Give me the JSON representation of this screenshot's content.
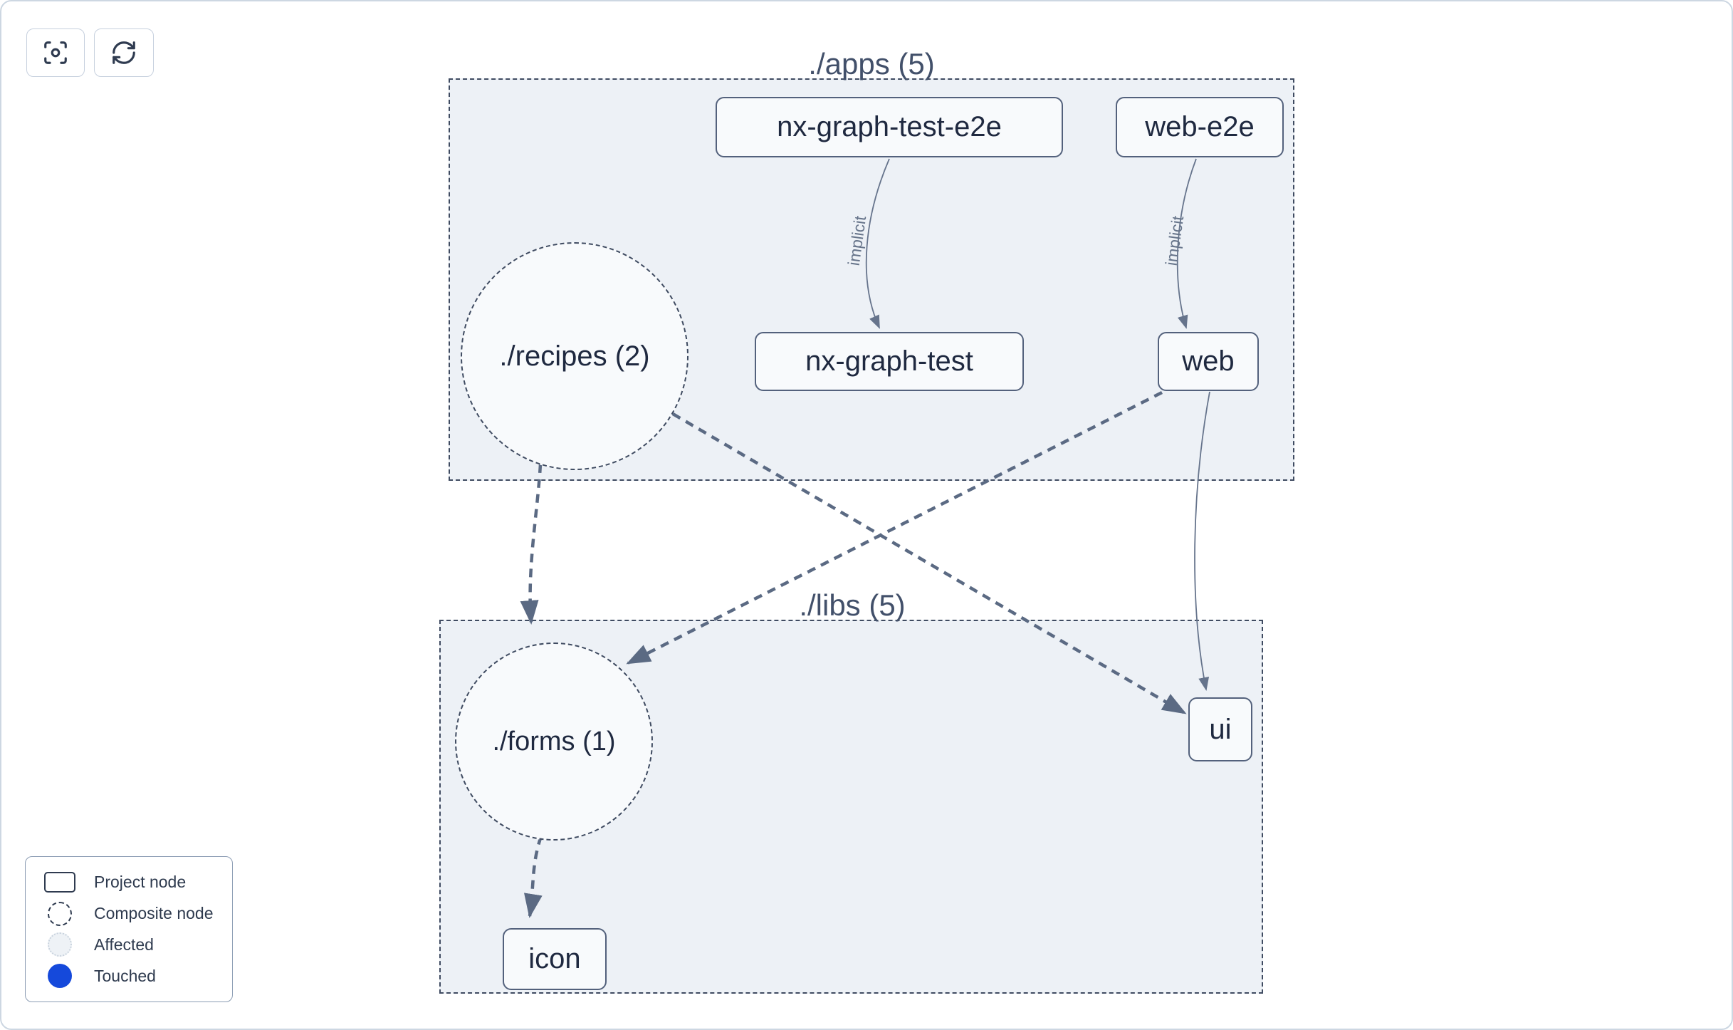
{
  "toolbar": {
    "buttons": [
      {
        "id": "focus",
        "icon": "focus-icon"
      },
      {
        "id": "refresh",
        "icon": "refresh-icon"
      }
    ]
  },
  "graph": {
    "groups": [
      {
        "id": "apps",
        "label": "./apps (5)"
      },
      {
        "id": "libs",
        "label": "./libs (5)"
      }
    ],
    "project_nodes": [
      {
        "id": "nx-graph-test-e2e",
        "label": "nx-graph-test-e2e",
        "group": "apps"
      },
      {
        "id": "web-e2e",
        "label": "web-e2e",
        "group": "apps"
      },
      {
        "id": "nx-graph-test",
        "label": "nx-graph-test",
        "group": "apps"
      },
      {
        "id": "web",
        "label": "web",
        "group": "apps"
      },
      {
        "id": "ui",
        "label": "ui",
        "group": "libs"
      },
      {
        "id": "icon",
        "label": "icon",
        "group": "libs"
      }
    ],
    "composite_nodes": [
      {
        "id": "recipes",
        "label": "./recipes (2)",
        "group": "apps"
      },
      {
        "id": "forms",
        "label": "./forms (1)",
        "group": "libs"
      }
    ],
    "edges": [
      {
        "from": "nx-graph-test-e2e",
        "to": "nx-graph-test",
        "label": "implicit",
        "style": "solid-thin"
      },
      {
        "from": "web-e2e",
        "to": "web",
        "label": "implicit",
        "style": "solid-thin"
      },
      {
        "from": "recipes",
        "to": "forms",
        "label": "",
        "style": "dashed-thick"
      },
      {
        "from": "recipes",
        "to": "ui",
        "label": "",
        "style": "dashed-thick"
      },
      {
        "from": "web",
        "to": "forms",
        "label": "",
        "style": "dashed-thick"
      },
      {
        "from": "web",
        "to": "ui",
        "label": "",
        "style": "solid-thin"
      },
      {
        "from": "forms",
        "to": "icon",
        "label": "",
        "style": "dashed-thick"
      }
    ]
  },
  "legend": {
    "items": [
      {
        "label": "Project node",
        "type": "project"
      },
      {
        "label": "Composite node",
        "type": "composite"
      },
      {
        "label": "Affected",
        "type": "affected"
      },
      {
        "label": "Touched",
        "type": "touched"
      }
    ]
  },
  "colors": {
    "touched_blue": "#1549db",
    "group_fill": "#edf1f6",
    "group_border": "#3f4b61",
    "node_fill": "#f8fafc",
    "node_border": "#53617c",
    "edge_thin": "#66748c",
    "edge_thick": "#5b6a83",
    "panel_border": "#cdd7e2"
  }
}
